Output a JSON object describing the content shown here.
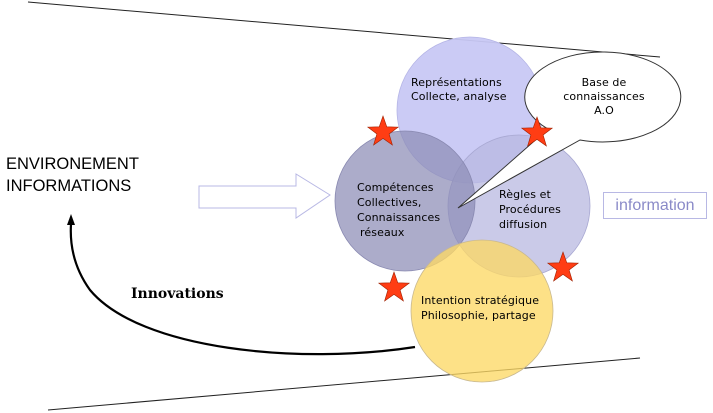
{
  "left_panel": {
    "environment_line1": "ENVIRONEMENT",
    "environment_line2": "INFORMATIONS",
    "innovations_label": "Innovations"
  },
  "circles": {
    "top": {
      "line1": "Représentations",
      "line2": "Collecte, analyse",
      "color": "#c8c8f4"
    },
    "left": {
      "line1": "Compétences",
      "line2": "Collectives,",
      "line3": "Connaissances",
      "line4": "réseaux",
      "color": "#9d9dc2"
    },
    "right": {
      "line1": "Règles et",
      "line2": "Procédures",
      "line3": "diffusion",
      "color": "#c2c2e2"
    },
    "bottom": {
      "line1": "Intention stratégique",
      "line2": "Philosophie, partage",
      "color": "#fde383"
    }
  },
  "callout": {
    "line1": "Base de",
    "line2": "connaissances",
    "line3": "A.O"
  },
  "info_box": {
    "label": "information"
  },
  "colors": {
    "star": "#ff3d14",
    "arrow_outline": "#b8b8e4",
    "line": "#000000"
  }
}
